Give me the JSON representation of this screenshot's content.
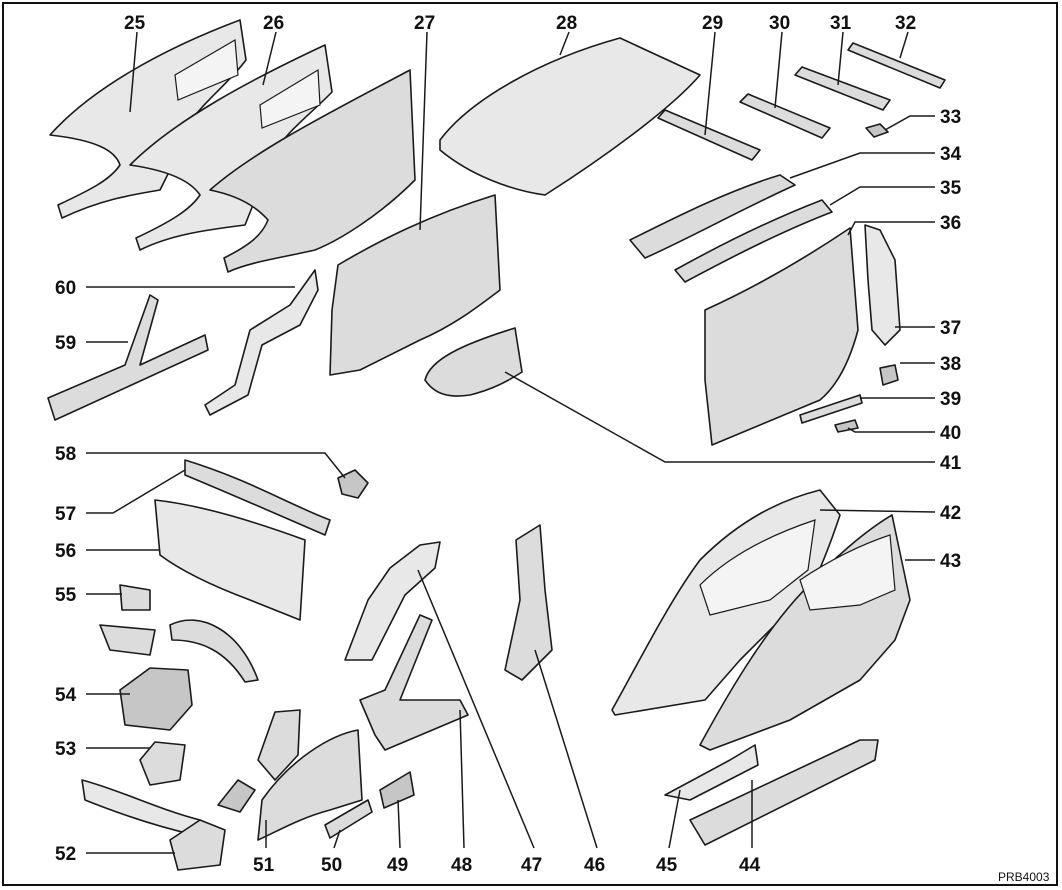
{
  "diagram": {
    "figure_code": "PRB4003",
    "callouts": [
      "25",
      "26",
      "27",
      "28",
      "29",
      "30",
      "31",
      "32",
      "33",
      "34",
      "35",
      "36",
      "37",
      "38",
      "39",
      "40",
      "41",
      "42",
      "43",
      "44",
      "45",
      "46",
      "47",
      "48",
      "49",
      "50",
      "51",
      "52",
      "53",
      "54",
      "55",
      "56",
      "57",
      "58",
      "59",
      "60"
    ]
  }
}
